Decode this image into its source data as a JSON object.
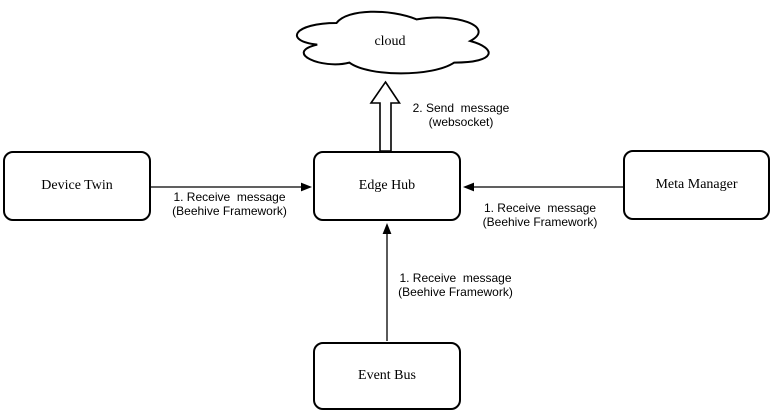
{
  "diagram": {
    "background_color": "#ffffff",
    "stroke_color": "#000000",
    "shape_fill_color": "#ffffff",
    "nodes": {
      "cloud": {
        "label": "cloud",
        "shape": "cloud"
      },
      "device_twin": {
        "label": "Device Twin",
        "shape": "rounded-rectangle"
      },
      "edge_hub": {
        "label": "Edge Hub",
        "shape": "rounded-rectangle"
      },
      "meta_manager": {
        "label": "Meta Manager",
        "shape": "rounded-rectangle"
      },
      "event_bus": {
        "label": "Event Bus",
        "shape": "rounded-rectangle"
      }
    },
    "edges": {
      "edge_hub_to_cloud": {
        "from": "edge_hub",
        "to": "cloud",
        "style": "block-arrow-up",
        "label": "2. Send  message\n(websocket)"
      },
      "device_twin_to_edge_hub": {
        "from": "device_twin",
        "to": "edge_hub",
        "style": "thin-arrow-right",
        "label": "1. Receive  message\n(Beehive Framework)"
      },
      "meta_manager_to_edge_hub": {
        "from": "meta_manager",
        "to": "edge_hub",
        "style": "thin-arrow-left",
        "label": "1. Receive  message\n(Beehive Framework)"
      },
      "event_bus_to_edge_hub": {
        "from": "event_bus",
        "to": "edge_hub",
        "style": "thin-arrow-up",
        "label": "1. Receive  message\n(Beehive Framework)"
      }
    }
  }
}
